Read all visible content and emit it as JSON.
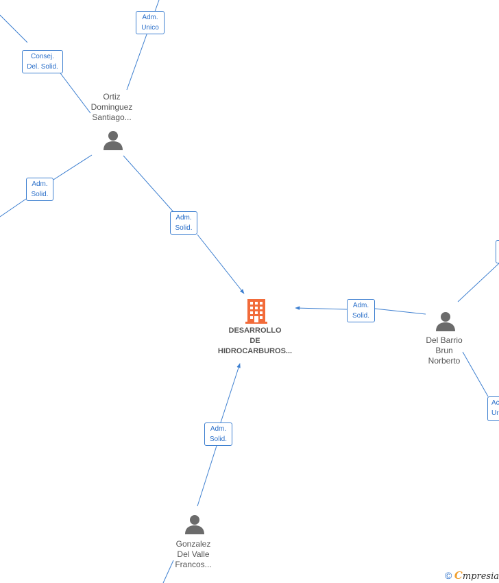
{
  "company": {
    "name_lines": [
      "DESARROLLO",
      "DE",
      "HIDROCARBUROS..."
    ],
    "icon": "building-icon",
    "color": "#f26b3a"
  },
  "people": [
    {
      "id": "ortiz",
      "name_lines": [
        "Ortiz",
        "Dominguez",
        "Santiago..."
      ],
      "icon": "person-icon"
    },
    {
      "id": "delbarrio",
      "name_lines": [
        "Del Barrio",
        "Brun",
        "Norberto"
      ],
      "icon": "person-icon"
    },
    {
      "id": "gonzalez",
      "name_lines": [
        "Gonzalez",
        "Del Valle",
        "Francos..."
      ],
      "icon": "person-icon"
    }
  ],
  "edge_labels": [
    {
      "id": "adm-unico-top",
      "lines": [
        "Adm.",
        "Unico"
      ]
    },
    {
      "id": "consej-del-solid",
      "lines": [
        "Consej.",
        "Del. Solid."
      ]
    },
    {
      "id": "adm-solid-left",
      "lines": [
        "Adm.",
        "Solid."
      ]
    },
    {
      "id": "adm-solid-ortiz",
      "lines": [
        "Adm.",
        "Solid."
      ]
    },
    {
      "id": "adm-solid-delbarrio",
      "lines": [
        "Adm.",
        "Solid."
      ]
    },
    {
      "id": "adm-solid-gonzalez",
      "lines": [
        "Adm.",
        "Solid."
      ]
    },
    {
      "id": "right-top-partial",
      "lines": [
        "",
        ""
      ]
    },
    {
      "id": "right-bottom-partial",
      "lines": [
        "Ac",
        "Ur"
      ]
    }
  ],
  "footer": {
    "copyright": "©",
    "brand_initial": "C",
    "brand_rest": "mpresia"
  },
  "colors": {
    "edge": "#3d7fd0",
    "label_text": "#2a6fc9",
    "person_icon": "#6b6b6b",
    "name_text": "#555555"
  }
}
